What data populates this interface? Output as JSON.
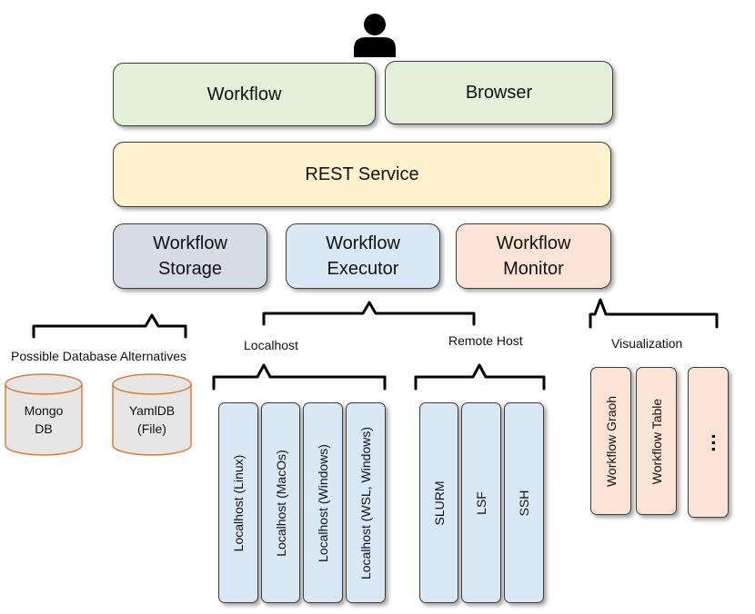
{
  "top": {
    "workflow": "Workflow",
    "browser": "Browser"
  },
  "rest": "REST Service",
  "services": {
    "storage": [
      "Workflow",
      "Storage"
    ],
    "executor": [
      "Workflow",
      "Executor"
    ],
    "monitor": [
      "Workflow",
      "Monitor"
    ]
  },
  "storage_section": {
    "label": "Possible Database Alternatives",
    "databases": [
      [
        "Mongo",
        "DB"
      ],
      [
        "YamlDB",
        "(File)"
      ]
    ]
  },
  "localhost_section": {
    "label": "Localhost",
    "items": [
      "Localhost (Linux)",
      "Localhost (MacOs)",
      "Localhost (Windows)",
      "Localhost (WSL, Windows)"
    ]
  },
  "remote_section": {
    "label": "Remote Host",
    "items": [
      "SLURM",
      "LSF",
      "SSH"
    ]
  },
  "visualization_section": {
    "label": "Visualization",
    "items": [
      "Workflow Graoh",
      "Workflow Table",
      "..."
    ]
  },
  "icons": {
    "user": "user-icon"
  },
  "colors": {
    "green": "#e2efd9",
    "yellow": "#fff2cc",
    "grey": "#d6dce5",
    "blue": "#dae8f5",
    "peach": "#fbe3d6",
    "cylinder": "#e6e6e6",
    "cylinder_border": "#e07b39"
  }
}
